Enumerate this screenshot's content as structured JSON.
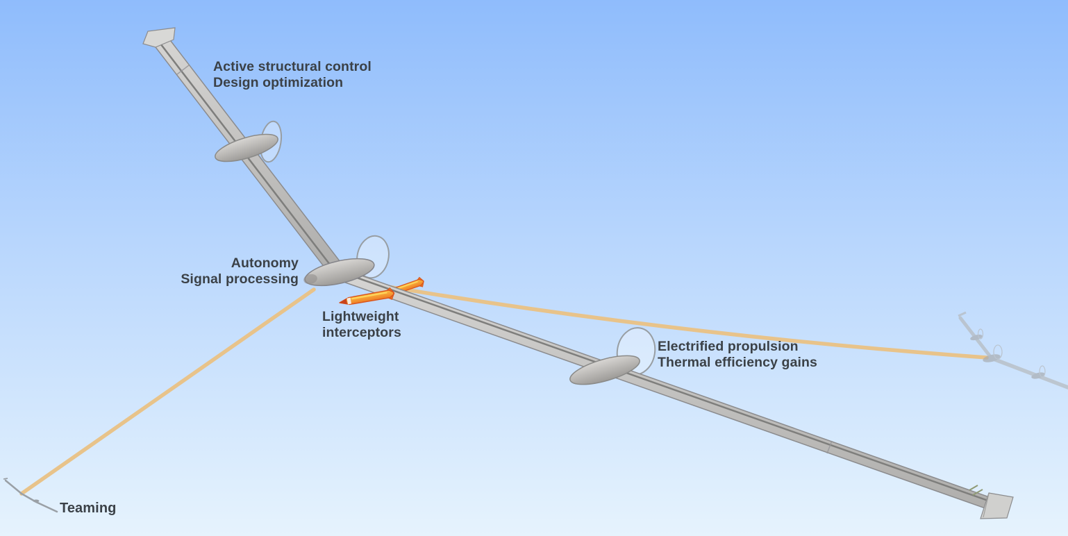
{
  "theme": {
    "bg-top": "#8fbcfc",
    "bg-bottom": "#e6f3fd",
    "beam": "#e8c38a",
    "text": "#3b4147"
  },
  "annotations": {
    "active_structural": {
      "text": "Active structural control\nDesign optimization"
    },
    "autonomy": {
      "text": "Autonomy\nSignal processing"
    },
    "interceptors": {
      "text": "Lightweight\ninterceptors"
    },
    "propulsion": {
      "text": "Electrified propulsion\nThermal efficiency gains"
    },
    "teaming": {
      "text": "Teaming"
    }
  },
  "objects": {
    "main_uav": "high-altitude-long-endurance-uav",
    "left_propeller": "propeller-disc",
    "center_propeller": "propeller-disc",
    "right_propeller": "propeller-disc",
    "front_interceptor": "lightweight-interceptor-missile",
    "rear_interceptor": "lightweight-interceptor-missile",
    "teaming_uav": "distant-teammate-uav",
    "distant_uav": "distant-teammate-uav",
    "beam_left": "teaming-link-beam",
    "beam_right": "teaming-link-beam"
  }
}
